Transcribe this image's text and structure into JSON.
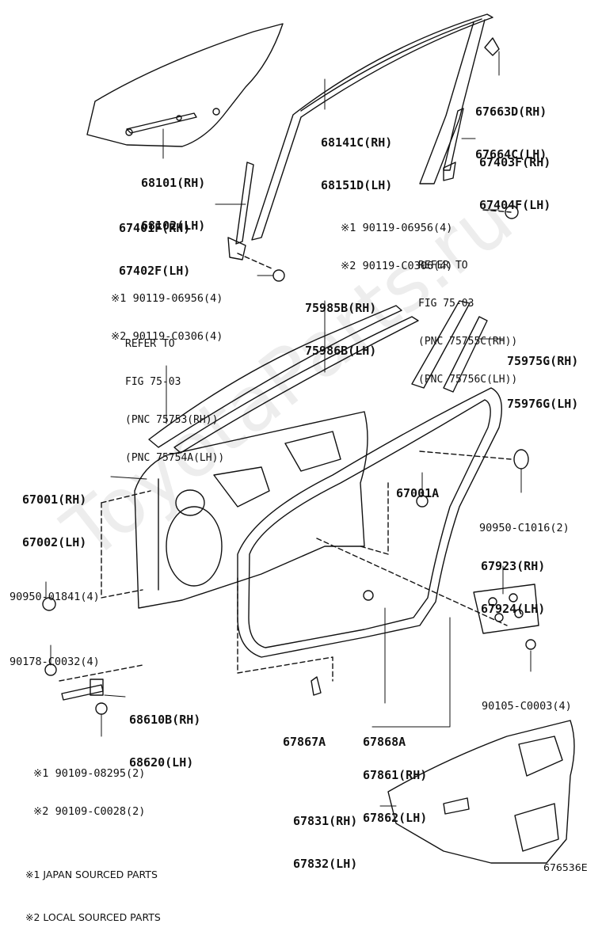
{
  "watermark": "ToyotaParts.ru",
  "figure_id": "676536E",
  "notes": [
    "※1 JAPAN SOURCED PARTS",
    "※2 LOCAL SOURCED PARTS"
  ],
  "labels": {
    "glass": [
      "68101(RH)",
      "68102(LH)"
    ],
    "run_channel": [
      "68141C(RH)",
      "68151D(LH)"
    ],
    "cover_top": [
      "67663D(RH)",
      "67664C(LH)"
    ],
    "frame_rear": [
      "67403F(RH)",
      "67404F(LH)"
    ],
    "frame_front": [
      "67401F(RH)",
      "67402F(LH)"
    ],
    "screws_right": [
      "※1 90119-06956(4)",
      "※2 90119-C0306(4)"
    ],
    "screws_left": [
      "※1 90119-06956(4)",
      "※2 90119-C0306(4)"
    ],
    "ref_right": [
      "REFER TO",
      "FIG 75-03",
      "(PNC 75755C(RH))",
      "(PNC 75756C(LH))"
    ],
    "weatherstrip_outer": [
      "75985B(RH)",
      "75986B(LH)"
    ],
    "ref_left": [
      "REFER TO",
      "FIG 75-03",
      "(PNC 75753(RH))",
      "(PNC 75754A(LH))"
    ],
    "belt_molding": [
      "75975G(RH)",
      "75976G(LH)"
    ],
    "door_panel": [
      "67001(RH)",
      "67002(LH)"
    ],
    "panel_plug": [
      "67001A"
    ],
    "plug_right": [
      "90950-C1016(2)"
    ],
    "plug_left": [
      "90950-01841(4)"
    ],
    "bracket": [
      "67923(RH)",
      "67924(LH)"
    ],
    "bolt_left": [
      "90178-C0032(4)"
    ],
    "check": [
      "68610B(RH)",
      "68620(LH)"
    ],
    "bolt_bracket": [
      "90105-C0003(4)"
    ],
    "clip_a": [
      "67867A"
    ],
    "clip_b": [
      "67868A"
    ],
    "check_bolts": [
      "※1 90109-08295(2)",
      "※2 90109-C0028(2)"
    ],
    "door_weatherstrip": [
      "67861(RH)",
      "67862(LH)"
    ],
    "trim": [
      "67831(RH)",
      "67832(LH)"
    ]
  }
}
